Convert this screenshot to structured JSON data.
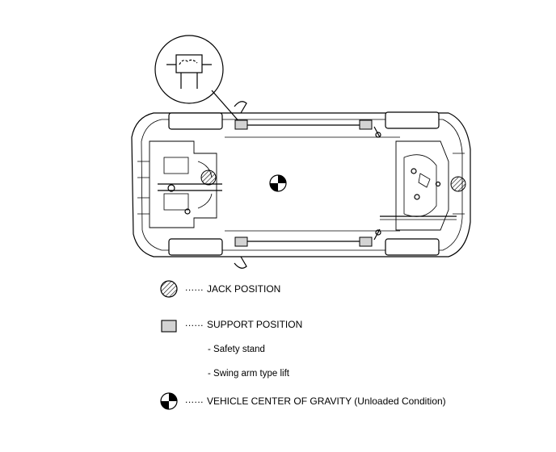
{
  "legend": {
    "jack": {
      "dots": "......",
      "label": "JACK POSITION",
      "icon": "jack-position-hatched-circle-icon"
    },
    "support": {
      "dots": "......",
      "label": "SUPPORT POSITION",
      "icon": "support-position-square-icon",
      "sub_items": [
        "- Safety stand",
        "- Swing arm type lift"
      ]
    },
    "gravity": {
      "dots": "......",
      "label": "VEHICLE CENTER OF GRAVITY (Unloaded Condition)",
      "icon": "center-of-gravity-icon"
    }
  },
  "colors": {
    "support_fill": "#d3d3d3",
    "line": "#000000",
    "background": "#ffffff"
  }
}
